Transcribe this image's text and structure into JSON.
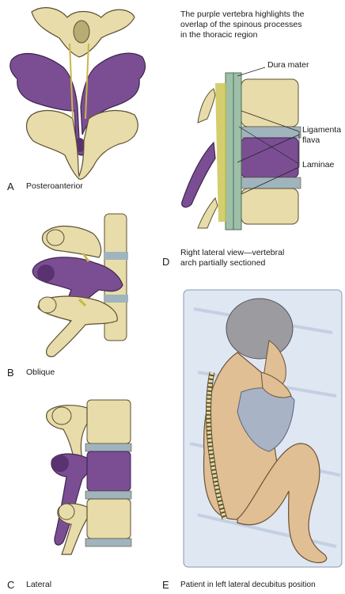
{
  "colors": {
    "bone": "#e7dcaa",
    "bone_shadow": "#b9ab74",
    "purple": "#7b4e93",
    "purple_dark": "#5a3270",
    "disc": "#9fb4bd",
    "dura": "#9ebfa8",
    "skin": "#e0bf95",
    "sheet": "#dfe7f3",
    "hair": "#9b9ba0"
  },
  "panels": {
    "A": {
      "letter": "A",
      "caption": "Posteroanterior"
    },
    "B": {
      "letter": "B",
      "caption": "Oblique"
    },
    "C": {
      "letter": "C",
      "caption": "Lateral"
    },
    "D": {
      "letter": "D",
      "note_lines": [
        "The purple vertebra highlights the",
        "overlap of the spinous processes",
        "in the thoracic region"
      ],
      "label_dura": "Dura mater",
      "label_ligamenta": "Ligamenta",
      "label_flava": "flava",
      "label_laminae": "Laminae",
      "caption_lines": [
        "Right lateral view—vertebral",
        "arch partially sectioned"
      ]
    },
    "E": {
      "letter": "E",
      "caption": "Patient in left lateral decubitus position"
    }
  }
}
